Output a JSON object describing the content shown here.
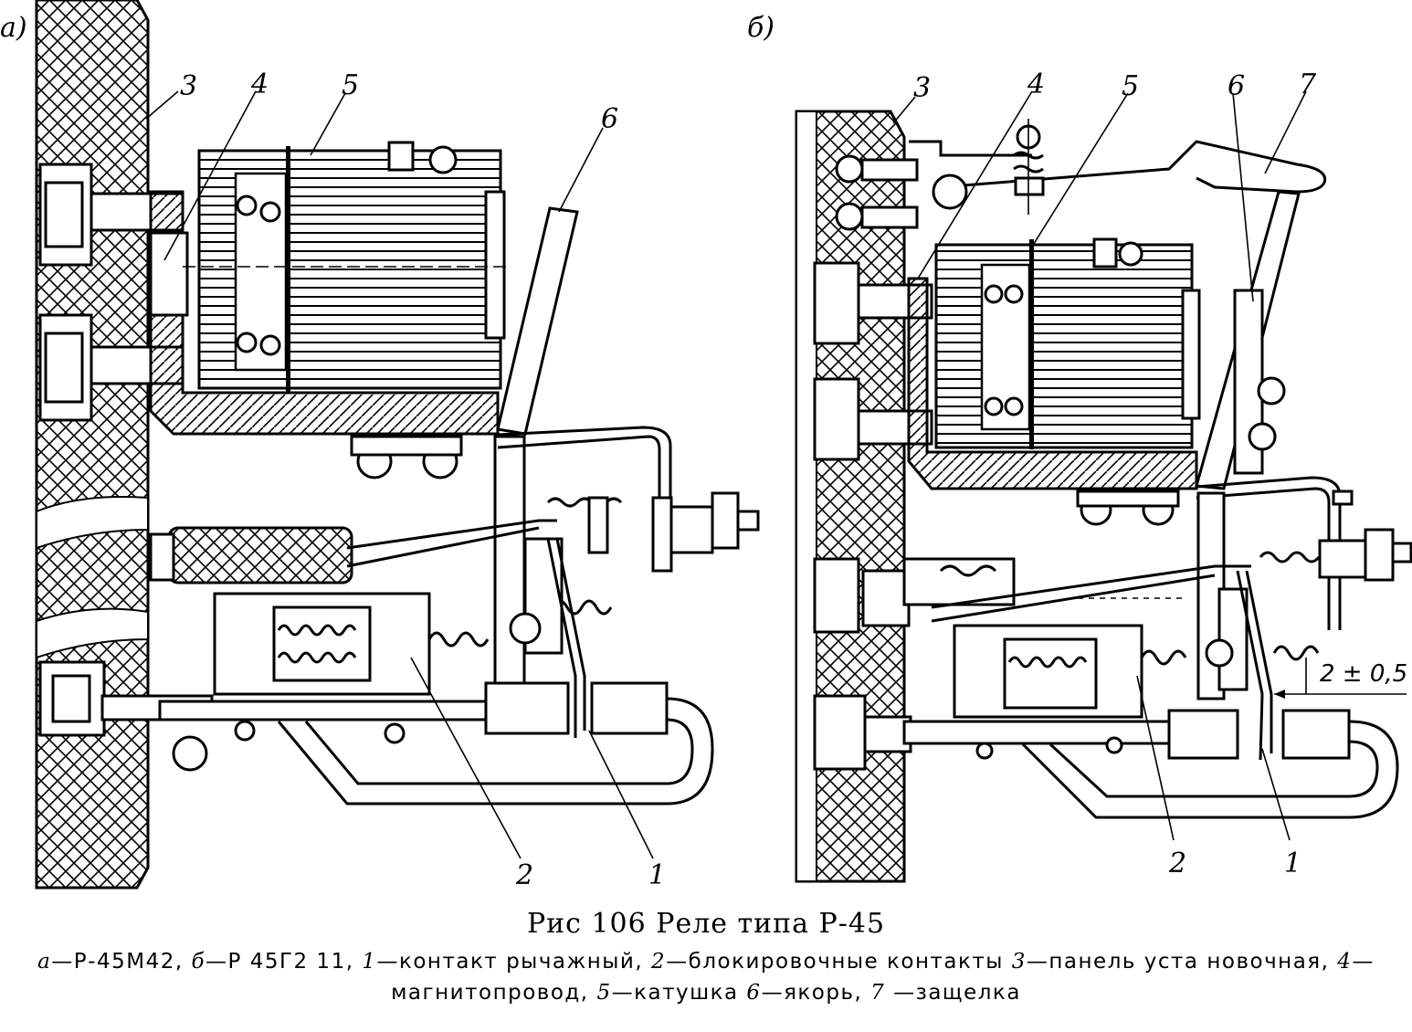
{
  "figure": {
    "panel_a": {
      "tag": "а)",
      "callouts": [
        "3",
        "4",
        "5",
        "6",
        "2",
        "1"
      ]
    },
    "panel_b": {
      "tag": "б)",
      "callouts": [
        "3",
        "4",
        "5",
        "6",
        "7",
        "2",
        "1"
      ],
      "dimension": "2 ± 0,5"
    }
  },
  "caption": {
    "title": "Рис  106  Реле типа Р-45",
    "body": [
      {
        "k": "а",
        "t": "—Р-45М42, "
      },
      {
        "k": "б",
        "t": "—Р 45Г2 11, "
      },
      {
        "k": "1",
        "t": "—контакт рычажный, "
      },
      {
        "k": "2",
        "t": "—блокировочные контакты  "
      },
      {
        "k": "3",
        "t": "—панель уста новочная, "
      },
      {
        "k": "4",
        "t": "—магнитопровод, "
      },
      {
        "k": "5",
        "t": "—катушка  "
      },
      {
        "k": "6",
        "t": "—якорь, "
      },
      {
        "k": "7",
        "t": " —защелка"
      }
    ]
  }
}
